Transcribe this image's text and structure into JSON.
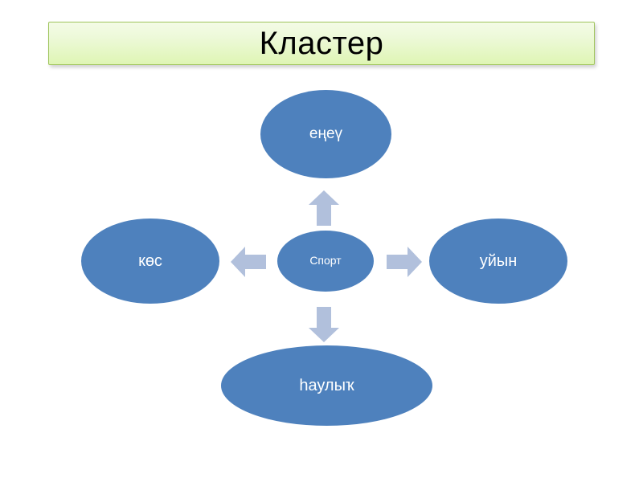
{
  "slide": {
    "title": "Кластер",
    "background_color": "#FFFFFF"
  },
  "theme": {
    "node_fill": "#4E81BD",
    "node_text_color": "#FFFFFF",
    "arrow_fill": "#B1C0DC",
    "banner_border": "#9FC45C",
    "banner_fill_top": "#F4FBE6",
    "banner_fill_bottom": "#DFF5B4",
    "title_color": "#000000"
  },
  "diagram": {
    "type": "cluster-radial",
    "center": {
      "id": "center",
      "label": "Спорт"
    },
    "branches": [
      {
        "id": "top",
        "label": "еңеү",
        "direction": "up",
        "arrow_icon": "arrow-up-icon"
      },
      {
        "id": "left",
        "label": "көс",
        "direction": "left",
        "arrow_icon": "arrow-left-icon"
      },
      {
        "id": "right",
        "label": "уйын",
        "direction": "right",
        "arrow_icon": "arrow-right-icon"
      },
      {
        "id": "bottom",
        "label": "һаулыҡ",
        "direction": "down",
        "arrow_icon": "arrow-down-icon"
      }
    ]
  }
}
